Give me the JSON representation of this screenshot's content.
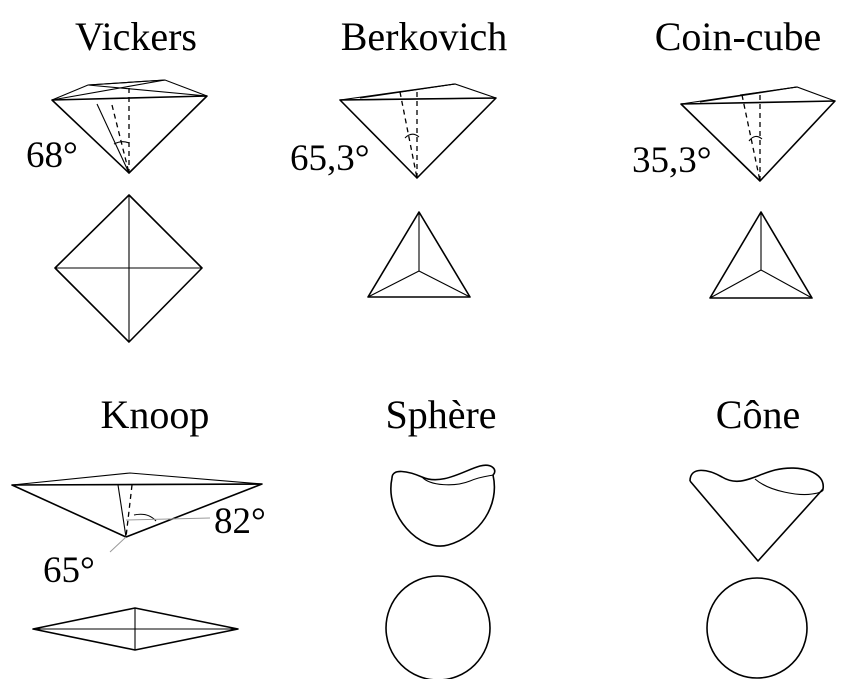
{
  "indenters": [
    {
      "name": "Vickers",
      "angle": "68°"
    },
    {
      "name": "Berkovich",
      "angle": "65,3°"
    },
    {
      "name": "Coin-cube",
      "angle": "35,3°"
    },
    {
      "name": "Knoop",
      "angle": "65°",
      "angle2": "82°"
    },
    {
      "name": "Sphère"
    },
    {
      "name": "Cône"
    }
  ]
}
